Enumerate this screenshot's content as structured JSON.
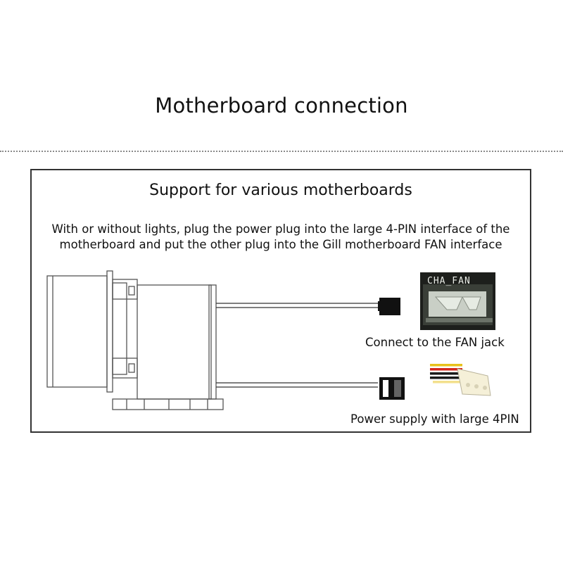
{
  "title": "Motherboard connection",
  "panel": {
    "heading": "Support for various motherboards",
    "description_lines": [
      "With or without lights, plug the power plug into the large 4-PIN interface of the",
      "motherboard and put the other plug into the Gill motherboard FAN interface"
    ]
  },
  "fan_header_image": {
    "silkscreen": "CHA_FAN"
  },
  "labels": {
    "fan_jack": "Connect to the FAN jack",
    "power_supply": "Power supply with large 4PIN"
  },
  "colors": {
    "molex_yellow": "#e8c21c",
    "molex_red": "#d42a1e",
    "molex_black": "#1a1a1a"
  }
}
